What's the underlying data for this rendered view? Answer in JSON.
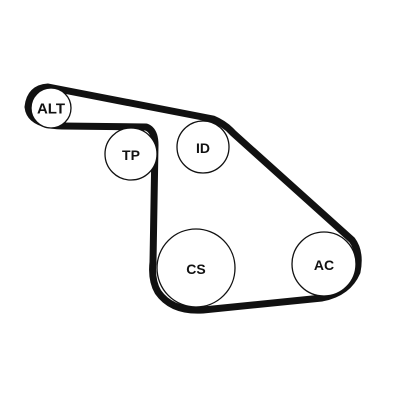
{
  "diagram": {
    "pulleys": {
      "alt": {
        "label": "ALT"
      },
      "tp": {
        "label": "TP"
      },
      "id": {
        "label": "ID"
      },
      "cs": {
        "label": "CS"
      },
      "ac": {
        "label": "AC"
      }
    },
    "colors": {
      "belt": "#111111",
      "pulley_outline": "#111111",
      "background": "#ffffff"
    }
  }
}
